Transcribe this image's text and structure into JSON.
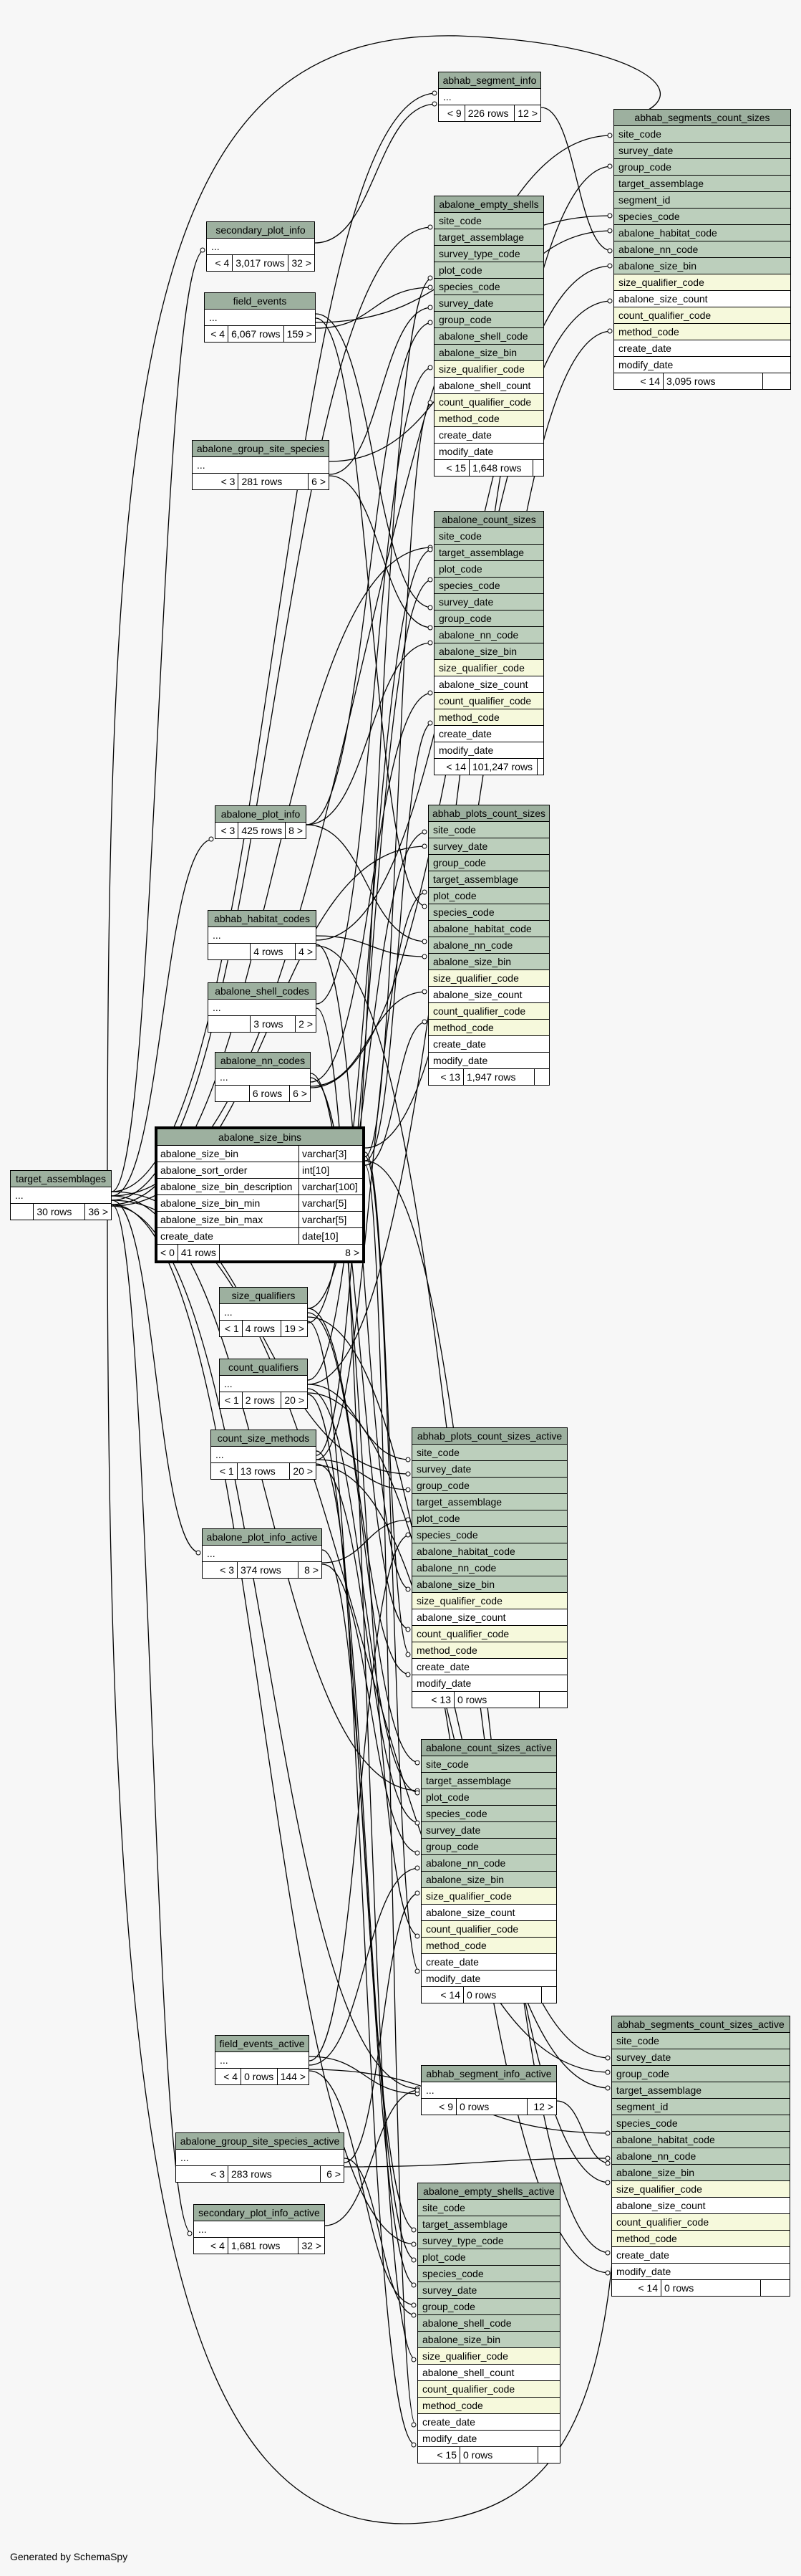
{
  "footer_text": "Generated by SchemaSpy",
  "colors": {
    "header": "#9db09f",
    "key_column": "#bccfbc",
    "indexed_column": "#f6f9dc",
    "background": "#f7f7f7"
  },
  "tables": [
    {
      "name": "abhab_segment_info",
      "columns": [
        {
          "t": "...",
          "k": "e"
        }
      ],
      "footer": [
        "< 9",
        "226 rows",
        "12 >"
      ]
    },
    {
      "name": "abhab_segments_count_sizes",
      "columns": [
        {
          "t": "site_code",
          "k": "key"
        },
        {
          "t": "survey_date",
          "k": "key"
        },
        {
          "t": "group_code",
          "k": "key"
        },
        {
          "t": "target_assemblage",
          "k": "key"
        },
        {
          "t": "segment_id",
          "k": "key"
        },
        {
          "t": "species_code",
          "k": "key"
        },
        {
          "t": "abalone_habitat_code",
          "k": "key"
        },
        {
          "t": "abalone_nn_code",
          "k": "key"
        },
        {
          "t": "abalone_size_bin",
          "k": "key"
        },
        {
          "t": "size_qualifier_code",
          "k": "idx"
        },
        {
          "t": "abalone_size_count",
          "k": "plain"
        },
        {
          "t": "count_qualifier_code",
          "k": "idx"
        },
        {
          "t": "method_code",
          "k": "idx"
        },
        {
          "t": "create_date",
          "k": "plain"
        },
        {
          "t": "modify_date",
          "k": "plain"
        }
      ],
      "footer": [
        "< 14",
        "3,095 rows",
        ""
      ]
    },
    {
      "name": "abalone_empty_shells",
      "columns": [
        {
          "t": "site_code",
          "k": "key"
        },
        {
          "t": "target_assemblage",
          "k": "key"
        },
        {
          "t": "survey_type_code",
          "k": "key"
        },
        {
          "t": "plot_code",
          "k": "key"
        },
        {
          "t": "species_code",
          "k": "key"
        },
        {
          "t": "survey_date",
          "k": "key"
        },
        {
          "t": "group_code",
          "k": "key"
        },
        {
          "t": "abalone_shell_code",
          "k": "key"
        },
        {
          "t": "abalone_size_bin",
          "k": "key"
        },
        {
          "t": "size_qualifier_code",
          "k": "idx"
        },
        {
          "t": "abalone_shell_count",
          "k": "plain"
        },
        {
          "t": "count_qualifier_code",
          "k": "idx"
        },
        {
          "t": "method_code",
          "k": "idx"
        },
        {
          "t": "create_date",
          "k": "plain"
        },
        {
          "t": "modify_date",
          "k": "plain"
        }
      ],
      "footer": [
        "< 15",
        "1,648 rows",
        ""
      ]
    },
    {
      "name": "secondary_plot_info",
      "columns": [
        {
          "t": "...",
          "k": "e"
        }
      ],
      "footer": [
        "< 4",
        "3,017 rows",
        "32 >"
      ]
    },
    {
      "name": "field_events",
      "columns": [
        {
          "t": "...",
          "k": "e"
        }
      ],
      "footer": [
        "< 4",
        "6,067 rows",
        "159 >"
      ]
    },
    {
      "name": "abalone_group_site_species",
      "columns": [
        {
          "t": "...",
          "k": "e"
        }
      ],
      "footer": [
        "< 3",
        "281 rows",
        "6 >"
      ]
    },
    {
      "name": "abalone_count_sizes",
      "columns": [
        {
          "t": "site_code",
          "k": "key"
        },
        {
          "t": "target_assemblage",
          "k": "key"
        },
        {
          "t": "plot_code",
          "k": "key"
        },
        {
          "t": "species_code",
          "k": "key"
        },
        {
          "t": "survey_date",
          "k": "key"
        },
        {
          "t": "group_code",
          "k": "key"
        },
        {
          "t": "abalone_nn_code",
          "k": "key"
        },
        {
          "t": "abalone_size_bin",
          "k": "key"
        },
        {
          "t": "size_qualifier_code",
          "k": "idx"
        },
        {
          "t": "abalone_size_count",
          "k": "plain"
        },
        {
          "t": "count_qualifier_code",
          "k": "idx"
        },
        {
          "t": "method_code",
          "k": "idx"
        },
        {
          "t": "create_date",
          "k": "plain"
        },
        {
          "t": "modify_date",
          "k": "plain"
        }
      ],
      "footer": [
        "< 14",
        "101,247 rows",
        ""
      ]
    },
    {
      "name": "abalone_plot_info",
      "columns": [],
      "footer": [
        "< 3",
        "425 rows",
        "8 >"
      ]
    },
    {
      "name": "abhab_plots_count_sizes",
      "columns": [
        {
          "t": "site_code",
          "k": "key"
        },
        {
          "t": "survey_date",
          "k": "key"
        },
        {
          "t": "group_code",
          "k": "key"
        },
        {
          "t": "target_assemblage",
          "k": "key"
        },
        {
          "t": "plot_code",
          "k": "key"
        },
        {
          "t": "species_code",
          "k": "key"
        },
        {
          "t": "abalone_habitat_code",
          "k": "key"
        },
        {
          "t": "abalone_nn_code",
          "k": "key"
        },
        {
          "t": "abalone_size_bin",
          "k": "key"
        },
        {
          "t": "size_qualifier_code",
          "k": "idx"
        },
        {
          "t": "abalone_size_count",
          "k": "plain"
        },
        {
          "t": "count_qualifier_code",
          "k": "idx"
        },
        {
          "t": "method_code",
          "k": "idx"
        },
        {
          "t": "create_date",
          "k": "plain"
        },
        {
          "t": "modify_date",
          "k": "plain"
        }
      ],
      "footer": [
        "< 13",
        "1,947 rows",
        ""
      ]
    },
    {
      "name": "abhab_habitat_codes",
      "columns": [
        {
          "t": "...",
          "k": "e"
        }
      ],
      "footer": [
        "",
        "4 rows",
        "4 >"
      ]
    },
    {
      "name": "abalone_shell_codes",
      "columns": [
        {
          "t": "...",
          "k": "e"
        }
      ],
      "footer": [
        "",
        "3 rows",
        "2 >"
      ]
    },
    {
      "name": "abalone_nn_codes",
      "columns": [
        {
          "t": "...",
          "k": "e"
        }
      ],
      "footer": [
        "",
        "6 rows",
        "6 >"
      ]
    },
    {
      "name": "target_assemblages",
      "columns": [
        {
          "t": "...",
          "k": "e"
        }
      ],
      "footer": [
        "",
        "30 rows",
        "36 >"
      ]
    },
    {
      "name": "abalone_size_bins",
      "detail": [
        [
          "abalone_size_bin",
          "varchar[3]"
        ],
        [
          "abalone_sort_order",
          "int[10]"
        ],
        [
          "abalone_size_bin_description",
          "varchar[100]"
        ],
        [
          "abalone_size_bin_min",
          "varchar[5]"
        ],
        [
          "abalone_size_bin_max",
          "varchar[5]"
        ],
        [
          "create_date",
          "date[10]"
        ]
      ],
      "footer": [
        "< 0",
        "41 rows",
        "8 >"
      ]
    },
    {
      "name": "size_qualifiers",
      "columns": [
        {
          "t": "...",
          "k": "e"
        }
      ],
      "footer": [
        "< 1",
        "4 rows",
        "19 >"
      ]
    },
    {
      "name": "count_qualifiers",
      "columns": [
        {
          "t": "...",
          "k": "e"
        }
      ],
      "footer": [
        "< 1",
        "2 rows",
        "20 >"
      ]
    },
    {
      "name": "count_size_methods",
      "columns": [
        {
          "t": "...",
          "k": "e"
        }
      ],
      "footer": [
        "< 1",
        "13 rows",
        "20 >"
      ]
    },
    {
      "name": "abhab_plots_count_sizes_active",
      "columns": [
        {
          "t": "site_code",
          "k": "key"
        },
        {
          "t": "survey_date",
          "k": "key"
        },
        {
          "t": "group_code",
          "k": "key"
        },
        {
          "t": "target_assemblage",
          "k": "key"
        },
        {
          "t": "plot_code",
          "k": "key"
        },
        {
          "t": "species_code",
          "k": "key"
        },
        {
          "t": "abalone_habitat_code",
          "k": "key"
        },
        {
          "t": "abalone_nn_code",
          "k": "key"
        },
        {
          "t": "abalone_size_bin",
          "k": "key"
        },
        {
          "t": "size_qualifier_code",
          "k": "idx"
        },
        {
          "t": "abalone_size_count",
          "k": "plain"
        },
        {
          "t": "count_qualifier_code",
          "k": "idx"
        },
        {
          "t": "method_code",
          "k": "idx"
        },
        {
          "t": "create_date",
          "k": "plain"
        },
        {
          "t": "modify_date",
          "k": "plain"
        }
      ],
      "footer": [
        "< 13",
        "0 rows",
        ""
      ]
    },
    {
      "name": "abalone_plot_info_active",
      "columns": [
        {
          "t": "...",
          "k": "e"
        }
      ],
      "footer": [
        "< 3",
        "374 rows",
        "8 >"
      ]
    },
    {
      "name": "abalone_count_sizes_active",
      "columns": [
        {
          "t": "site_code",
          "k": "key"
        },
        {
          "t": "target_assemblage",
          "k": "key"
        },
        {
          "t": "plot_code",
          "k": "key"
        },
        {
          "t": "species_code",
          "k": "key"
        },
        {
          "t": "survey_date",
          "k": "key"
        },
        {
          "t": "group_code",
          "k": "key"
        },
        {
          "t": "abalone_nn_code",
          "k": "key"
        },
        {
          "t": "abalone_size_bin",
          "k": "key"
        },
        {
          "t": "size_qualifier_code",
          "k": "idx"
        },
        {
          "t": "abalone_size_count",
          "k": "plain"
        },
        {
          "t": "count_qualifier_code",
          "k": "idx"
        },
        {
          "t": "method_code",
          "k": "idx"
        },
        {
          "t": "create_date",
          "k": "plain"
        },
        {
          "t": "modify_date",
          "k": "plain"
        }
      ],
      "footer": [
        "< 14",
        "0 rows",
        ""
      ]
    },
    {
      "name": "field_events_active",
      "columns": [
        {
          "t": "...",
          "k": "e"
        }
      ],
      "footer": [
        "< 4",
        "0 rows",
        "144 >"
      ]
    },
    {
      "name": "abhab_segments_count_sizes_active",
      "columns": [
        {
          "t": "site_code",
          "k": "key"
        },
        {
          "t": "survey_date",
          "k": "key"
        },
        {
          "t": "group_code",
          "k": "key"
        },
        {
          "t": "target_assemblage",
          "k": "key"
        },
        {
          "t": "segment_id",
          "k": "key"
        },
        {
          "t": "species_code",
          "k": "key"
        },
        {
          "t": "abalone_habitat_code",
          "k": "key"
        },
        {
          "t": "abalone_nn_code",
          "k": "key"
        },
        {
          "t": "abalone_size_bin",
          "k": "key"
        },
        {
          "t": "size_qualifier_code",
          "k": "idx"
        },
        {
          "t": "abalone_size_count",
          "k": "plain"
        },
        {
          "t": "count_qualifier_code",
          "k": "idx"
        },
        {
          "t": "method_code",
          "k": "idx"
        },
        {
          "t": "create_date",
          "k": "plain"
        },
        {
          "t": "modify_date",
          "k": "plain"
        }
      ],
      "footer": [
        "< 14",
        "0 rows",
        ""
      ]
    },
    {
      "name": "abalone_group_site_species_active",
      "columns": [
        {
          "t": "...",
          "k": "e"
        }
      ],
      "footer": [
        "< 3",
        "283 rows",
        "6 >"
      ]
    },
    {
      "name": "abhab_segment_info_active",
      "columns": [
        {
          "t": "...",
          "k": "e"
        }
      ],
      "footer": [
        "< 9",
        "0 rows",
        "12 >"
      ]
    },
    {
      "name": "secondary_plot_info_active",
      "columns": [
        {
          "t": "...",
          "k": "e"
        }
      ],
      "footer": [
        "< 4",
        "1,681 rows",
        "32 >"
      ]
    },
    {
      "name": "abalone_empty_shells_active",
      "columns": [
        {
          "t": "site_code",
          "k": "key"
        },
        {
          "t": "target_assemblage",
          "k": "key"
        },
        {
          "t": "survey_type_code",
          "k": "key"
        },
        {
          "t": "plot_code",
          "k": "key"
        },
        {
          "t": "species_code",
          "k": "key"
        },
        {
          "t": "survey_date",
          "k": "key"
        },
        {
          "t": "group_code",
          "k": "key"
        },
        {
          "t": "abalone_shell_code",
          "k": "key"
        },
        {
          "t": "abalone_size_bin",
          "k": "key"
        },
        {
          "t": "size_qualifier_code",
          "k": "idx"
        },
        {
          "t": "abalone_shell_count",
          "k": "plain"
        },
        {
          "t": "count_qualifier_code",
          "k": "idx"
        },
        {
          "t": "method_code",
          "k": "idx"
        },
        {
          "t": "create_date",
          "k": "plain"
        },
        {
          "t": "modify_date",
          "k": "plain"
        }
      ],
      "footer": [
        "< 15",
        "0 rows",
        ""
      ]
    }
  ]
}
